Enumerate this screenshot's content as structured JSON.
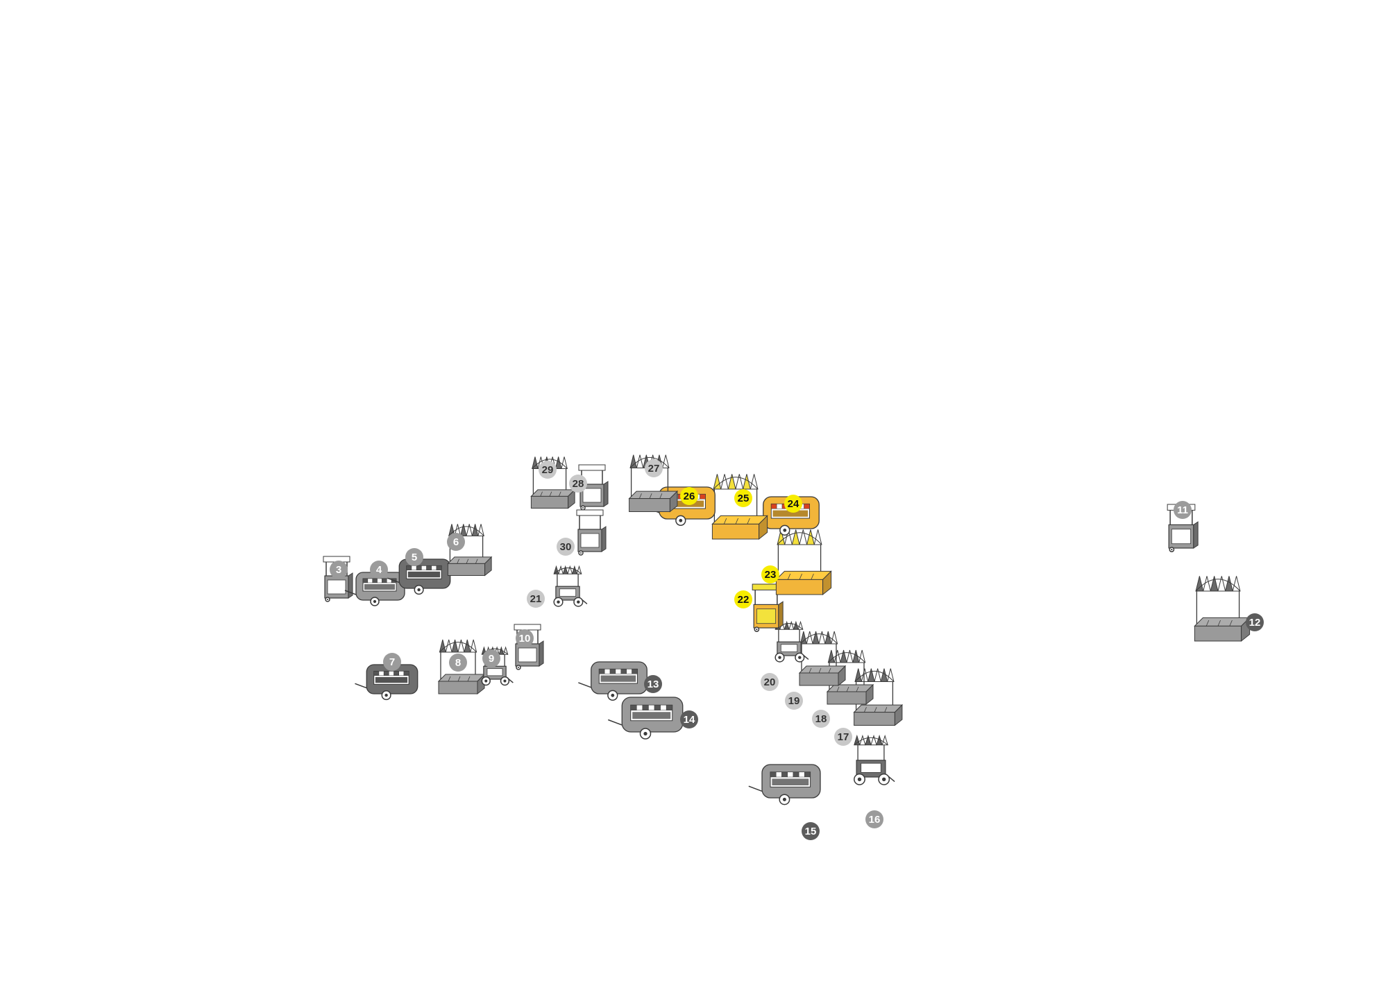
{
  "colors": {
    "gray_unit": "#9a9a9a",
    "dark_unit": "#6e6e6e",
    "yellow_unit": "#f2b53a",
    "yellow_badge": "#f7ec00",
    "light_badge": "#c8c8c8",
    "mid_badge": "#9b9b9b",
    "dark_badge": "#5c5c5c",
    "stroke": "#3a3a3a"
  },
  "stalls": [
    {
      "label": "3",
      "type": "booth",
      "tone": "gray",
      "badge": "mid"
    },
    {
      "label": "4",
      "type": "trailer",
      "tone": "gray",
      "badge": "mid"
    },
    {
      "label": "5",
      "type": "trailer",
      "tone": "dark",
      "badge": "mid"
    },
    {
      "label": "6",
      "type": "crate",
      "tone": "gray",
      "badge": "mid"
    },
    {
      "label": "7",
      "type": "trailer",
      "tone": "dark",
      "badge": "mid"
    },
    {
      "label": "8",
      "type": "crate",
      "tone": "gray",
      "badge": "mid"
    },
    {
      "label": "9",
      "type": "cart",
      "tone": "gray",
      "badge": "mid"
    },
    {
      "label": "10",
      "type": "booth",
      "tone": "gray",
      "badge": "mid"
    },
    {
      "label": "11",
      "type": "booth",
      "tone": "gray",
      "badge": "mid"
    },
    {
      "label": "12",
      "type": "crate",
      "tone": "gray",
      "badge": "dark"
    },
    {
      "label": "13",
      "type": "trailer",
      "tone": "gray",
      "badge": "dark"
    },
    {
      "label": "14",
      "type": "trailer",
      "tone": "gray",
      "badge": "dark"
    },
    {
      "label": "15",
      "type": "trailer",
      "tone": "gray",
      "badge": "dark"
    },
    {
      "label": "16",
      "type": "cart",
      "tone": "dark",
      "badge": "mid"
    },
    {
      "label": "17",
      "type": "crate",
      "tone": "gray",
      "badge": "light"
    },
    {
      "label": "18",
      "type": "crate",
      "tone": "gray",
      "badge": "light"
    },
    {
      "label": "19",
      "type": "crate",
      "tone": "gray",
      "badge": "light"
    },
    {
      "label": "20",
      "type": "cart",
      "tone": "gray",
      "badge": "light"
    },
    {
      "label": "21",
      "type": "cart",
      "tone": "gray",
      "badge": "light"
    },
    {
      "label": "22",
      "type": "booth",
      "tone": "yellow",
      "badge": "yellow"
    },
    {
      "label": "23",
      "type": "crate",
      "tone": "yellow",
      "badge": "yellow"
    },
    {
      "label": "24",
      "type": "trailer",
      "tone": "yellow",
      "badge": "yellow"
    },
    {
      "label": "25",
      "type": "crate",
      "tone": "yellow",
      "badge": "yellow"
    },
    {
      "label": "26",
      "type": "trailer",
      "tone": "yellow",
      "badge": "yellow"
    },
    {
      "label": "27",
      "type": "crate",
      "tone": "gray",
      "badge": "light"
    },
    {
      "label": "28",
      "type": "booth",
      "tone": "gray",
      "badge": "light"
    },
    {
      "label": "29",
      "type": "crate",
      "tone": "gray",
      "badge": "light"
    },
    {
      "label": "30",
      "type": "booth",
      "tone": "gray",
      "badge": "light"
    }
  ]
}
